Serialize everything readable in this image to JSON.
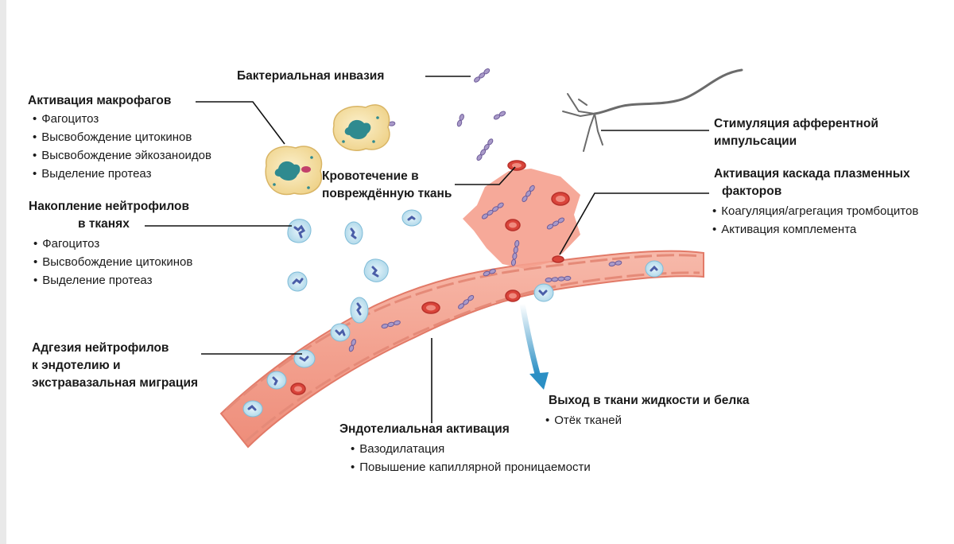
{
  "labels": {
    "bacterial": {
      "title": "Бактериальная инвазия"
    },
    "macrophage": {
      "title": "Активация макрофагов",
      "items": [
        "Фагоцитоз",
        "Высвобождение цитокинов",
        "Высвобождение эйкозаноидов",
        "Выделение протеаз"
      ]
    },
    "bleeding": {
      "title_line1": "Кровотечение в",
      "title_line2": "повреждённую ткань"
    },
    "afferent": {
      "title_line1": "Стимуляция афферентной",
      "title_line2": "импульсации"
    },
    "plasma": {
      "title_line1": "Активация каскада плазменных",
      "title_line2": "факторов",
      "items": [
        "Коагуляция/агрегация тромбоцитов",
        "Активация комплемента"
      ]
    },
    "neutrophil_accum": {
      "title_line1": "Накопление нейтрофилов",
      "title_line2": "в тканях",
      "items": [
        "Фагоцитоз",
        "Высвобождение цитокинов",
        "Выделение протеаз"
      ]
    },
    "adhesion": {
      "title_line1": "Адгезия нейтрофилов",
      "title_line2": "к эндотелию и",
      "title_line3": "экстравазальная миграция"
    },
    "fluid_exit": {
      "title": "Выход в ткани жидкости и белка",
      "items": [
        "Отёк тканей"
      ]
    },
    "endothelial": {
      "title": "Эндотелиальная активация",
      "items": [
        "Вазодилатация",
        "Повышение капиллярной проницаемости"
      ]
    }
  },
  "colors": {
    "vessel": "#f3a290",
    "vessel_edge": "#e27a68",
    "blood_cloud": "#f5a08e",
    "rbc": "#d9443a",
    "bacteria": "#a99ac9",
    "neutrophil": "#bfe0ee",
    "macrophage": "#f6e2a8",
    "nucleus": "#2f8a8f",
    "arrow": "#2b8fc4",
    "nerve": "#6b6b6b",
    "leader": "#111111"
  }
}
